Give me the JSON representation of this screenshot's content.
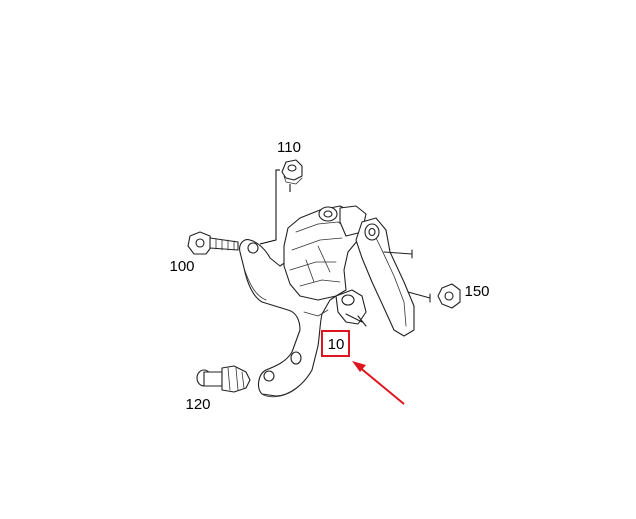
{
  "callouts": {
    "part_110": "110",
    "part_100": "100",
    "part_150": "150",
    "part_120": "120",
    "part_10": "10"
  },
  "highlight": {
    "box_color": "#e0141e",
    "arrow_color": "#e0141e",
    "target_part": "10"
  }
}
